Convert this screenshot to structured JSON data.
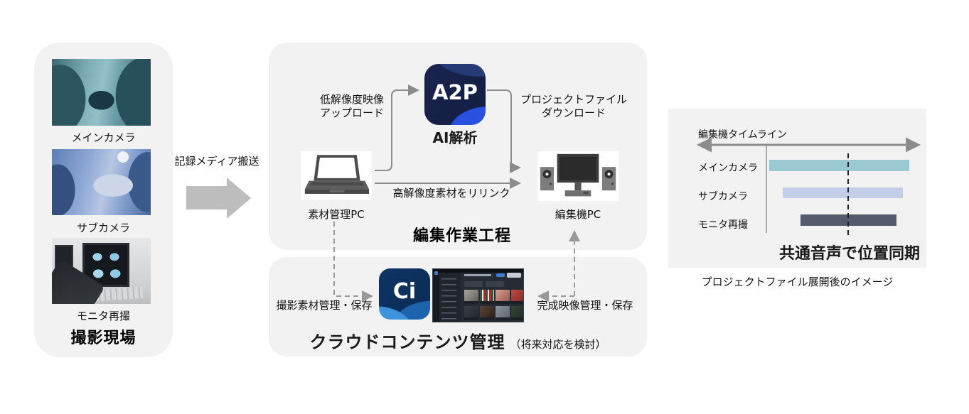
{
  "colors": {
    "panel_bg": "#f2f2f2",
    "arrow_gray": "#8c8c8c",
    "dashed_gray": "#999999",
    "big_arrow_gray": "#bdbdbd",
    "a2p_blue": "#2a52e2",
    "a2p_navy": "#16224d",
    "ci_blue": "#3e93dd",
    "ci_navy": "#0e3566"
  },
  "left_panel": {
    "title": "撮影現場",
    "items": [
      {
        "label": "メインカメラ",
        "image": "surgery-teal-photo"
      },
      {
        "label": "サブカメラ",
        "image": "surgery-blue-tablet-photo"
      },
      {
        "label": "モニタ再撮",
        "image": "ct-monitor-photo"
      }
    ]
  },
  "transfer": {
    "label": "記録メディア搬送"
  },
  "editing_panel": {
    "title": "編集作業工程",
    "ai_icon_text": "A2P",
    "ai_label": "AI解析",
    "upload_label_line1": "低解像度映像",
    "upload_label_line2": "アップロード",
    "download_label_line1": "プロジェクトファイル",
    "download_label_line2": "ダウンロード",
    "relink_label": "高解像度素材をリリンク",
    "source_pc_label": "素材管理PC",
    "edit_pc_label": "編集機PC"
  },
  "cloud_panel": {
    "title": "クラウドコンテンツ管理",
    "title_note": "（将来対応を検討）",
    "ci_icon_text": "Ci",
    "save_source_label": "撮影素材管理・保存",
    "save_final_label": "完成映像管理・保存",
    "screenshot": {
      "row1_thumbs": [
        "linear-gradient(135deg,#a8a49c,#60605a)",
        "repeating-linear-gradient(90deg,#1f5c46 0 3px,#efe8e0 3px 5px,#a3322e 5px 8px)",
        "linear-gradient(135deg,#d8a08e,#9c5a50)",
        "linear-gradient(135deg,#c24a42,#7e2a28)"
      ],
      "row2_thumbs": [
        "linear-gradient(135deg,#3a3f46,#23272d)",
        "linear-gradient(135deg,#5a4638,#2e2017)",
        "linear-gradient(135deg,#8d959c,#5f676e)",
        "linear-gradient(135deg,#39463a,#1f2a20)"
      ]
    }
  },
  "timeline_panel": {
    "title": "編集機タイムライン",
    "sync_label": "共通音声で位置同期",
    "caption": "プロジェクトファイル展開後のイメージ",
    "rows": [
      {
        "label": "メインカメラ",
        "label_top": 226,
        "color": "#9bc9d1",
        "bar": {
          "left": 1082,
          "top": 225,
          "width": 197,
          "height": 16
        }
      },
      {
        "label": "サブカメラ",
        "label_top": 266,
        "color": "#c4cdea",
        "bar": {
          "left": 1101,
          "top": 264,
          "width": 169,
          "height": 15
        }
      },
      {
        "label": "モニタ再撮",
        "label_top": 306,
        "color": "#545b6c",
        "bar": {
          "left": 1126,
          "top": 302,
          "width": 135,
          "height": 16
        }
      }
    ]
  },
  "chart_data": {
    "type": "bar",
    "title": "編集機タイムライン",
    "orientation": "horizontal-gantt",
    "categories": [
      "メインカメラ",
      "サブカメラ",
      "モニタ再撮"
    ],
    "series": [
      {
        "name": "メインカメラ",
        "start_frac": 0.02,
        "end_frac": 0.92,
        "color": "#9bc9d1"
      },
      {
        "name": "サブカメラ",
        "start_frac": 0.11,
        "end_frac": 0.88,
        "color": "#c4cdea"
      },
      {
        "name": "モニタ再撮",
        "start_frac": 0.22,
        "end_frac": 0.84,
        "color": "#545b6c"
      }
    ],
    "annotation": "共通音声で位置同期",
    "caption": "プロジェクトファイル展開後のイメージ"
  }
}
